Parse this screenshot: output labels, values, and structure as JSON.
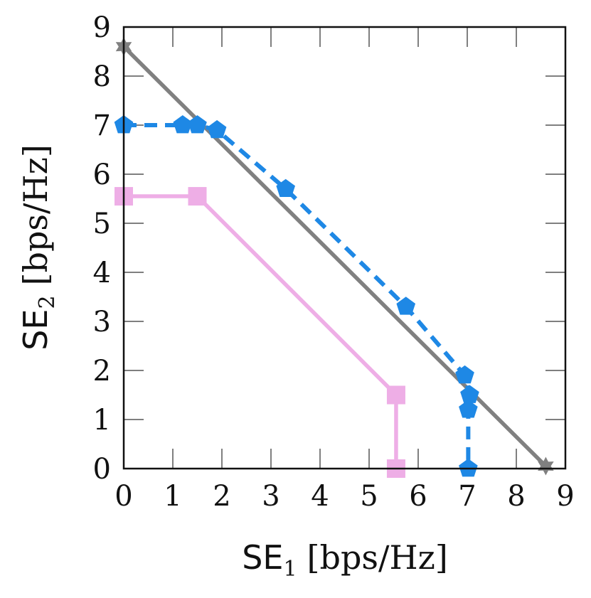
{
  "chart_data": {
    "type": "line",
    "title": "",
    "xlabel": {
      "main": "SE",
      "subscript": "1",
      "unit": "[bps/Hz]"
    },
    "ylabel": {
      "main": "SE",
      "subscript": "2",
      "unit": "[bps/Hz]"
    },
    "xlim": [
      0,
      9
    ],
    "ylim": [
      0,
      9
    ],
    "xticks": [
      "0",
      "1",
      "2",
      "3",
      "4",
      "5",
      "6",
      "7",
      "8",
      "9"
    ],
    "yticks": [
      "0",
      "1",
      "2",
      "3",
      "4",
      "5",
      "6",
      "7",
      "8",
      "9"
    ],
    "grid": false,
    "legend": "none",
    "series": [
      {
        "color": "#808080",
        "line_style": "solid",
        "marker": "star",
        "points": [
          {
            "x": 0.0,
            "y": 8.6
          },
          {
            "x": 8.6,
            "y": 0.05
          }
        ]
      },
      {
        "color": "#1e88e5",
        "line_style": "dashed",
        "marker": "pentagon",
        "points": [
          {
            "x": 0.0,
            "y": 7.0
          },
          {
            "x": 1.2,
            "y": 7.0
          },
          {
            "x": 1.5,
            "y": 7.0
          },
          {
            "x": 1.9,
            "y": 6.9
          },
          {
            "x": 3.3,
            "y": 5.7
          },
          {
            "x": 5.75,
            "y": 3.3
          },
          {
            "x": 6.95,
            "y": 1.9
          },
          {
            "x": 7.05,
            "y": 1.5
          },
          {
            "x": 7.02,
            "y": 1.2
          },
          {
            "x": 7.02,
            "y": 0.0
          }
        ]
      },
      {
        "color": "#eeaee6",
        "line_style": "solid",
        "marker": "square",
        "points": [
          {
            "x": 0.0,
            "y": 5.55
          },
          {
            "x": 1.5,
            "y": 5.55
          },
          {
            "x": 5.55,
            "y": 1.5
          },
          {
            "x": 5.55,
            "y": 0.0
          }
        ]
      }
    ]
  }
}
